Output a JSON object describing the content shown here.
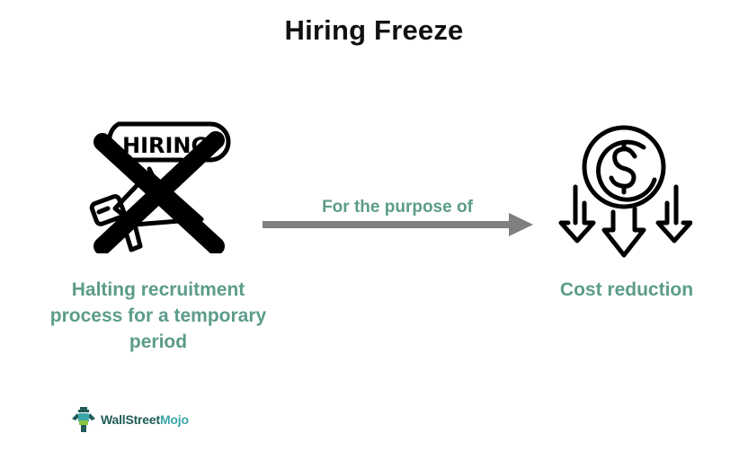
{
  "title": "Hiring Freeze",
  "left_node": {
    "icon": "hiring-megaphone-crossed-icon",
    "icon_text": "HIRING",
    "caption_lines": [
      "Halting recruitment",
      "process for a temporary",
      "period"
    ]
  },
  "connector": {
    "label": "For the purpose of",
    "icon": "arrow-right-icon"
  },
  "right_node": {
    "icon": "dollar-coin-down-arrows-icon",
    "caption": "Cost reduction"
  },
  "logo": {
    "part1": "WallStreet",
    "part2": "Mojo"
  },
  "colors": {
    "accent_text": "#5c9c8a",
    "arrow": "#808080",
    "title": "#111111",
    "logo_dark": "#1f5c57",
    "logo_light": "#3aa6a8",
    "logo_green": "#8cc63f"
  }
}
